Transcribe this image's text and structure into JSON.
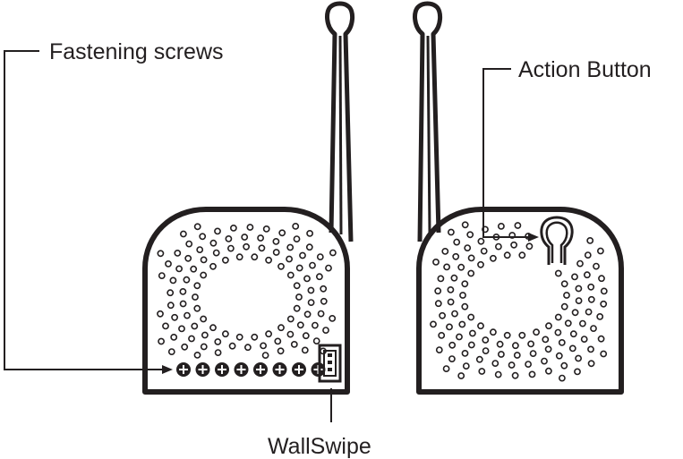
{
  "labels": {
    "fastening_screws": "Fastening screws",
    "action_button": "Action Button",
    "wallswipe": "WallSwipe"
  },
  "colors": {
    "ink": "#231f20",
    "background": "#ffffff"
  },
  "devices": {
    "front": {
      "screw_count": 8,
      "icons": [
        "antenna-icon",
        "screw-icon",
        "wallswipe-connector-icon"
      ]
    },
    "back": {
      "icons": [
        "antenna-icon",
        "action-button-icon"
      ]
    }
  }
}
